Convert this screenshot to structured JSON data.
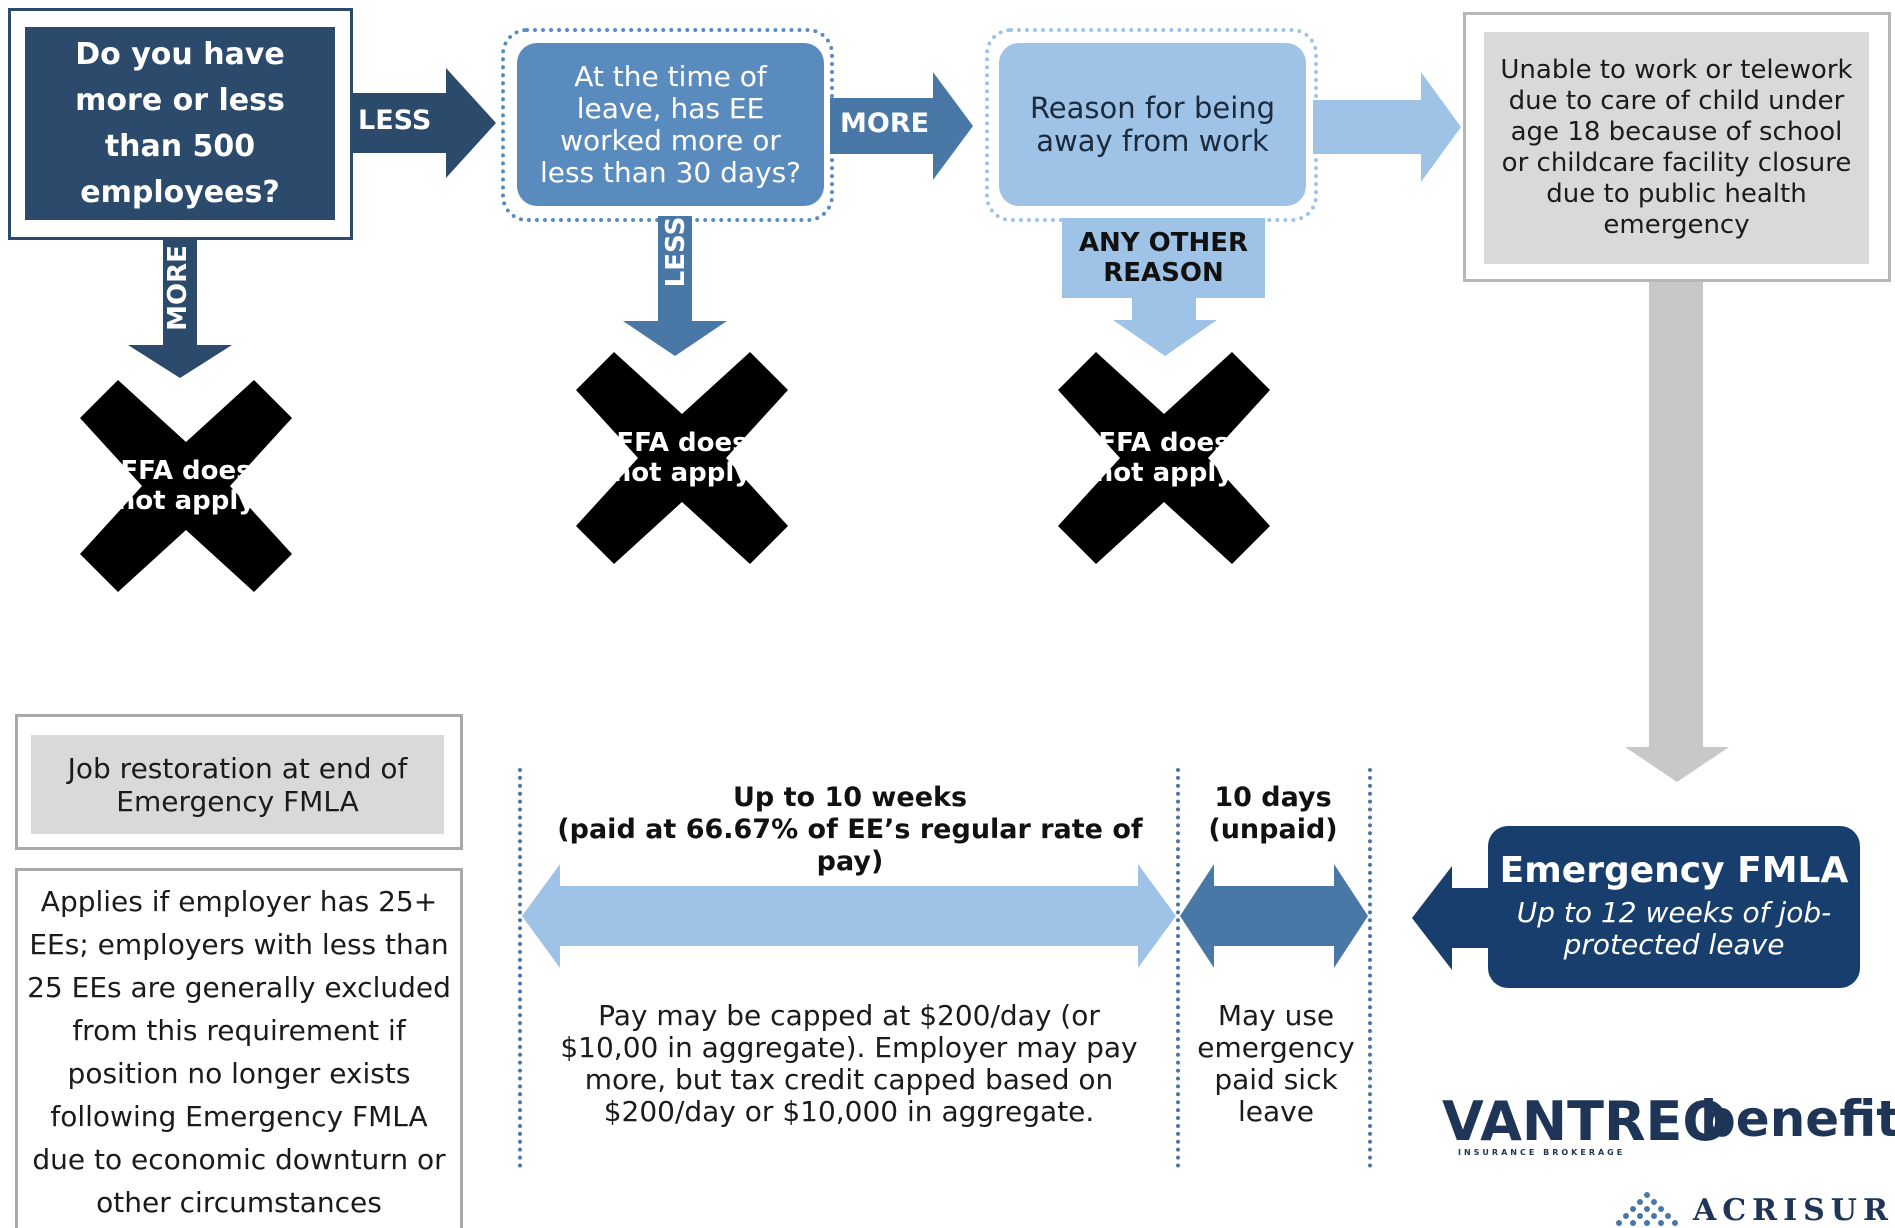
{
  "decision_1": {
    "question": "Do you have more or less than 500 employees?",
    "right_label": "LESS",
    "down_label": "MORE",
    "down_outcome": "FFA does not apply"
  },
  "decision_2": {
    "question": "At the time of leave, has EE worked more or less than 30 days?",
    "right_label": "MORE",
    "down_label": "LESS",
    "down_outcome": "FFA does not apply"
  },
  "decision_3": {
    "question": "Reason for being away from work",
    "down_label": "ANY OTHER REASON",
    "down_outcome": "FFA does not apply"
  },
  "qualifying_reason": {
    "text": "Unable to work or telework due to care of child under age 18 because of school or childcare facility closure due to public health emergency"
  },
  "result": {
    "title": "Emergency FMLA",
    "subtitle": "Up to 12 weeks of job-protected leave"
  },
  "timeline": {
    "paid_title": "Up to 10 weeks\n(paid at 66.67% of EE’s regular rate of pay)",
    "paid_note": "Pay may be capped at $200/day (or $10,00 in aggregate). Employer may pay more, but tax credit capped based on $200/day or $10,000 in aggregate.",
    "unpaid_title": "10 days\n(unpaid)",
    "unpaid_note": "May use emergency paid sick leave"
  },
  "job_restoration": {
    "title": "Job restoration at end of Emergency FMLA",
    "note": "Applies if employer has 25+ EEs; employers with less than 25 EEs are generally excluded from this requirement if position no longer exists following Emergency FMLA due to economic downturn or other circumstances"
  },
  "logos": {
    "vantreo": "VANTREO",
    "vantreo_sub": "INSURANCE BROKERAGE",
    "benefits": "benefits",
    "acrisure": "ACRISURE"
  },
  "colors": {
    "dark_navy": "#2c4a6b",
    "mid_blue": "#5a8bbf",
    "light_blue": "#9fc3e6",
    "gray": "#d9d9d9",
    "result_navy": "#173e6c",
    "unpaid_blue": "#4a78a6"
  }
}
